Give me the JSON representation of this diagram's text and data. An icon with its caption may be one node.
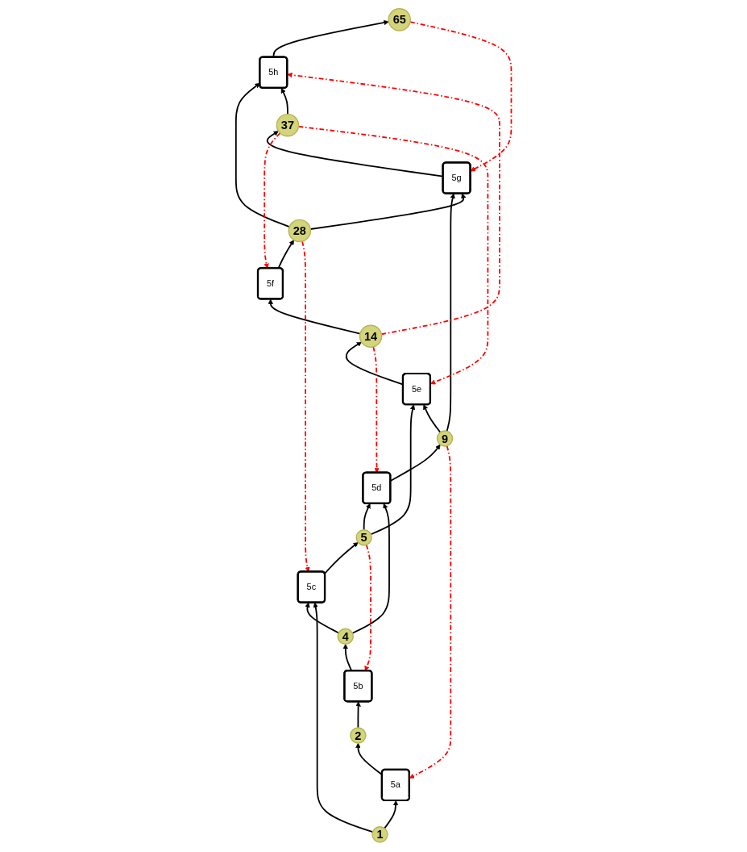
{
  "diagram": {
    "nodes": [
      {
        "text": [
          "1"
        ]
      },
      {
        "text": [
          "5a"
        ]
      },
      {
        "text": [
          "2"
        ]
      },
      {
        "text": [
          "5b"
        ]
      },
      {
        "text": [
          "4"
        ]
      },
      {
        "text": [
          "5c"
        ]
      },
      {
        "text": [
          "5"
        ]
      },
      {
        "text": [
          "5d"
        ]
      },
      {
        "text": [
          "9"
        ]
      },
      {
        "text": [
          "5e"
        ]
      },
      {
        "text": [
          "14"
        ]
      },
      {
        "text": [
          "5f"
        ]
      },
      {
        "text": [
          "28"
        ]
      },
      {
        "text": [
          "5g"
        ]
      },
      {
        "text": [
          "37"
        ]
      },
      {
        "text": [
          "5h"
        ]
      },
      {
        "text": [
          "65"
        ]
      }
    ],
    "edges": [
      {
        "from": 0,
        "to": 1,
        "arrow": "to"
      },
      {
        "from": 1,
        "to": 2,
        "arrow": "to"
      },
      {
        "from": 2,
        "to": 3,
        "arrow": "to"
      },
      {
        "from": 3,
        "to": 4,
        "arrow": "to"
      },
      {
        "from": 4,
        "to": 5,
        "arrow": "to"
      },
      {
        "from": 0,
        "to": 5,
        "arrow": "to"
      },
      {
        "from": 5,
        "to": 6,
        "arrow": "to"
      },
      {
        "from": 6,
        "to": 7,
        "arrow": "to"
      },
      {
        "from": 4,
        "to": 7,
        "arrow": "to"
      },
      {
        "from": 7,
        "to": 8,
        "arrow": "to"
      },
      {
        "from": 6,
        "to": 9,
        "arrow": "to"
      },
      {
        "from": 8,
        "to": 9,
        "arrow": "to"
      },
      {
        "from": 8,
        "to": 13,
        "arrow": "to"
      },
      {
        "from": 9,
        "to": 10,
        "arrow": "to"
      },
      {
        "from": 10,
        "to": 11,
        "arrow": "to"
      },
      {
        "from": 11,
        "to": 12,
        "arrow": "to"
      },
      {
        "from": 12,
        "to": 13,
        "arrow": "to"
      },
      {
        "from": 13,
        "to": 14,
        "arrow": "to"
      },
      {
        "from": 12,
        "to": 15,
        "arrow": "to"
      },
      {
        "from": 14,
        "to": 15,
        "arrow": "to"
      },
      {
        "from": 15,
        "to": 16,
        "arrow": "to"
      },
      {
        "from": 6,
        "to": 3,
        "arrow": "to",
        "style": "dashed",
        "color": "#ff0000"
      },
      {
        "from": 8,
        "to": 1,
        "arrow": "to",
        "style": "dashed",
        "color": "#ff0000"
      },
      {
        "from": 12,
        "to": 5,
        "arrow": "to",
        "style": "dashed",
        "color": "#ff0000"
      },
      {
        "from": 10,
        "to": 7,
        "arrow": "to",
        "style": "dashed",
        "color": "#ff0000"
      },
      {
        "from": 10,
        "to": 15,
        "arrow": "to",
        "style": "dashed",
        "color": "#ff0000"
      },
      {
        "from": 16,
        "to": 13,
        "arrow": "to",
        "style": "dashed",
        "color": "#ff0000"
      },
      {
        "from": 14,
        "to": 11,
        "arrow": "to",
        "style": "dashed",
        "color": "#ff0000"
      },
      {
        "from": 14,
        "to": 9,
        "arrow": "to",
        "style": "dashed",
        "color": "#ff0000"
      }
    ]
  }
}
